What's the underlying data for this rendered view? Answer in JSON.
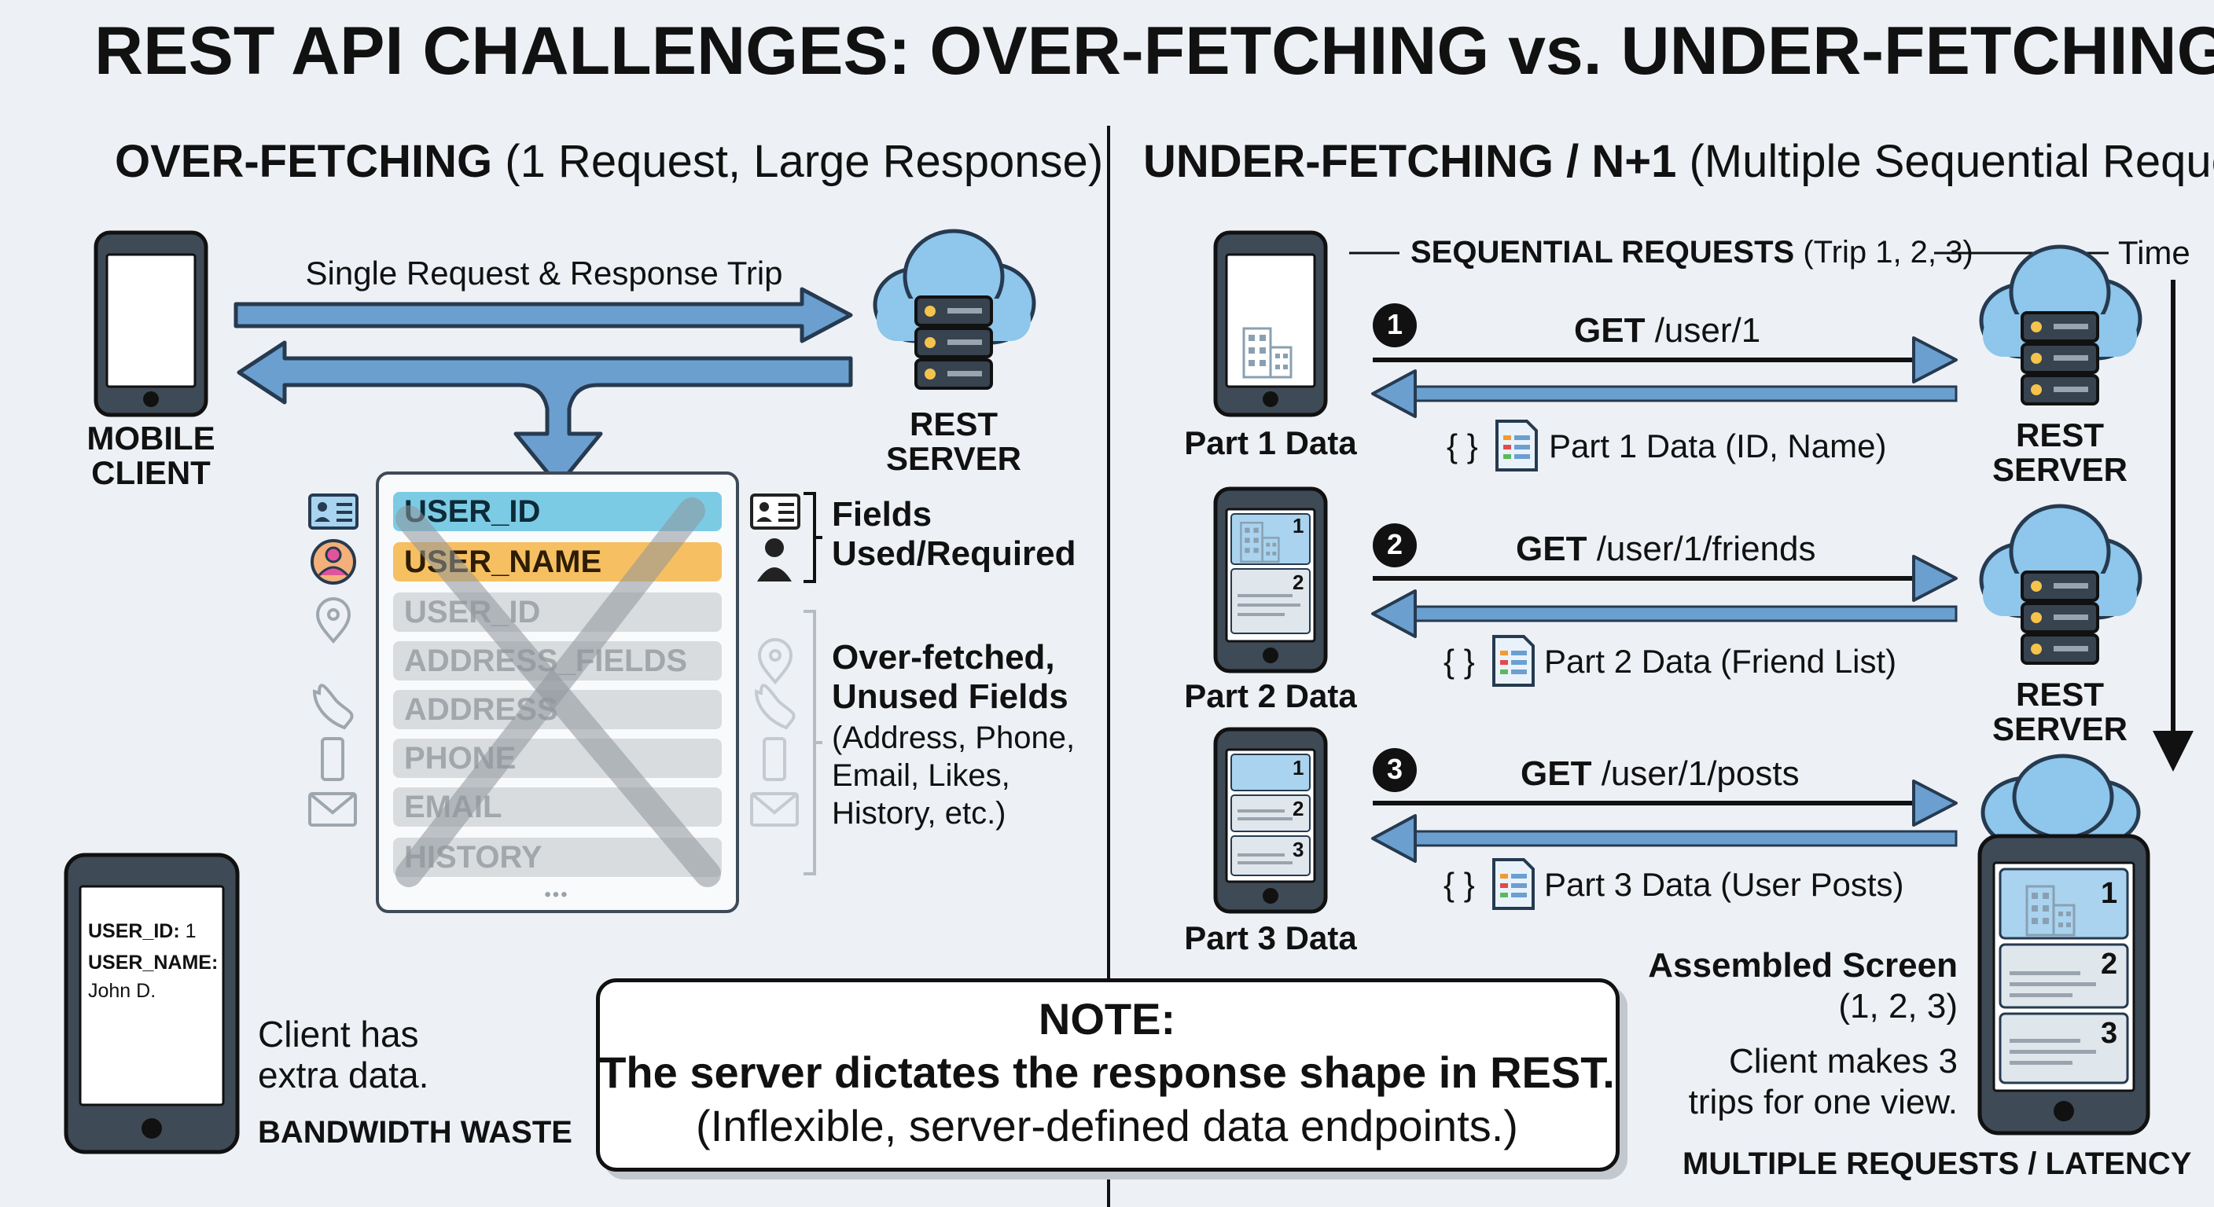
{
  "title": "REST API CHALLENGES: OVER-FETCHING vs. UNDER-FETCHING",
  "left": {
    "heading_bold": "OVER-FETCHING",
    "heading_rest": "(1 Request, Large Response)",
    "trip_label": "Single Request & Response Trip",
    "client_label": [
      "MOBILE",
      "CLIENT"
    ],
    "server_label": [
      "REST",
      "SERVER"
    ],
    "fields": [
      {
        "name": "USER_ID",
        "status": "used",
        "color": "#7ccbe4",
        "icon": "id-card-icon"
      },
      {
        "name": "USER_NAME",
        "status": "used",
        "color": "#f6c062",
        "icon": "user-avatar-icon"
      },
      {
        "name": "USER_ID",
        "status": "unused",
        "icon": ""
      },
      {
        "name": "ADDRESS_FIELDS",
        "status": "unused",
        "icon": "location-pin-icon"
      },
      {
        "name": "ADDRESS",
        "status": "unused",
        "icon": "phone-handset-icon"
      },
      {
        "name": "PHONE",
        "status": "unused",
        "icon": "mobile-device-icon"
      },
      {
        "name": "EMAIL",
        "status": "unused",
        "icon": "email-envelope-icon"
      },
      {
        "name": "HISTORY",
        "status": "unused",
        "icon": ""
      }
    ],
    "ellipsis": "•••",
    "used_label": [
      "Fields",
      "Used/Required"
    ],
    "over_label": [
      "Over-fetched,",
      "Unused Fields"
    ],
    "over_sub": [
      "(Address, Phone,",
      "Email, Likes,",
      "History, etc.)"
    ],
    "phone_screen": {
      "line1_key": "USER_ID:",
      "line1_val": " 1",
      "line2_key": "USER_NAME:",
      "line3": "John D."
    },
    "client_note": [
      "Client has",
      "extra data."
    ],
    "waste_label": "BANDWIDTH WASTE"
  },
  "right": {
    "heading_bold": "UNDER-FETCHING / N+1",
    "heading_rest": "(Multiple Sequential Requests)",
    "seq_bold": "SEQUENTIAL REQUESTS",
    "seq_rest": "(Trip 1, 2, 3)",
    "time_label": "Time",
    "requests": [
      {
        "num": "1",
        "method": "GET",
        "path": "/user/1",
        "response_code": "{ }",
        "response": "Part 1 Data (ID, Name)",
        "phone_label": "Part 1 Data"
      },
      {
        "num": "2",
        "method": "GET",
        "path": "/user/1/friends",
        "response_code": "{ }",
        "response": "Part 2 Data (Friend List)",
        "phone_label": "Part 2 Data"
      },
      {
        "num": "3",
        "method": "GET",
        "path": "/user/1/posts",
        "response_code": "{ }",
        "response": "Part 3 Data (User Posts)",
        "phone_label": "Part 3 Data"
      }
    ],
    "server_label": [
      "REST",
      "SERVER"
    ],
    "assembled_label": [
      "Assembled Screen",
      "(1, 2, 3)"
    ],
    "client_note": [
      "Client makes 3",
      "trips for one view."
    ],
    "latency_label": "MULTIPLE REQUESTS / LATENCY"
  },
  "note": {
    "title": "NOTE:",
    "line1": "The server dictates the response shape in REST.",
    "line2": "(Inflexible, server-defined data endpoints.)"
  },
  "colors": {
    "arrow_fill": "#6b9fcf",
    "arrow_stroke": "#263a50",
    "cloud": "#8ec6ec",
    "device": "#3f4a57",
    "screen_blue": "#a9d3ee",
    "card_gray": "#dfe6ec",
    "background": "#edf1f6"
  }
}
